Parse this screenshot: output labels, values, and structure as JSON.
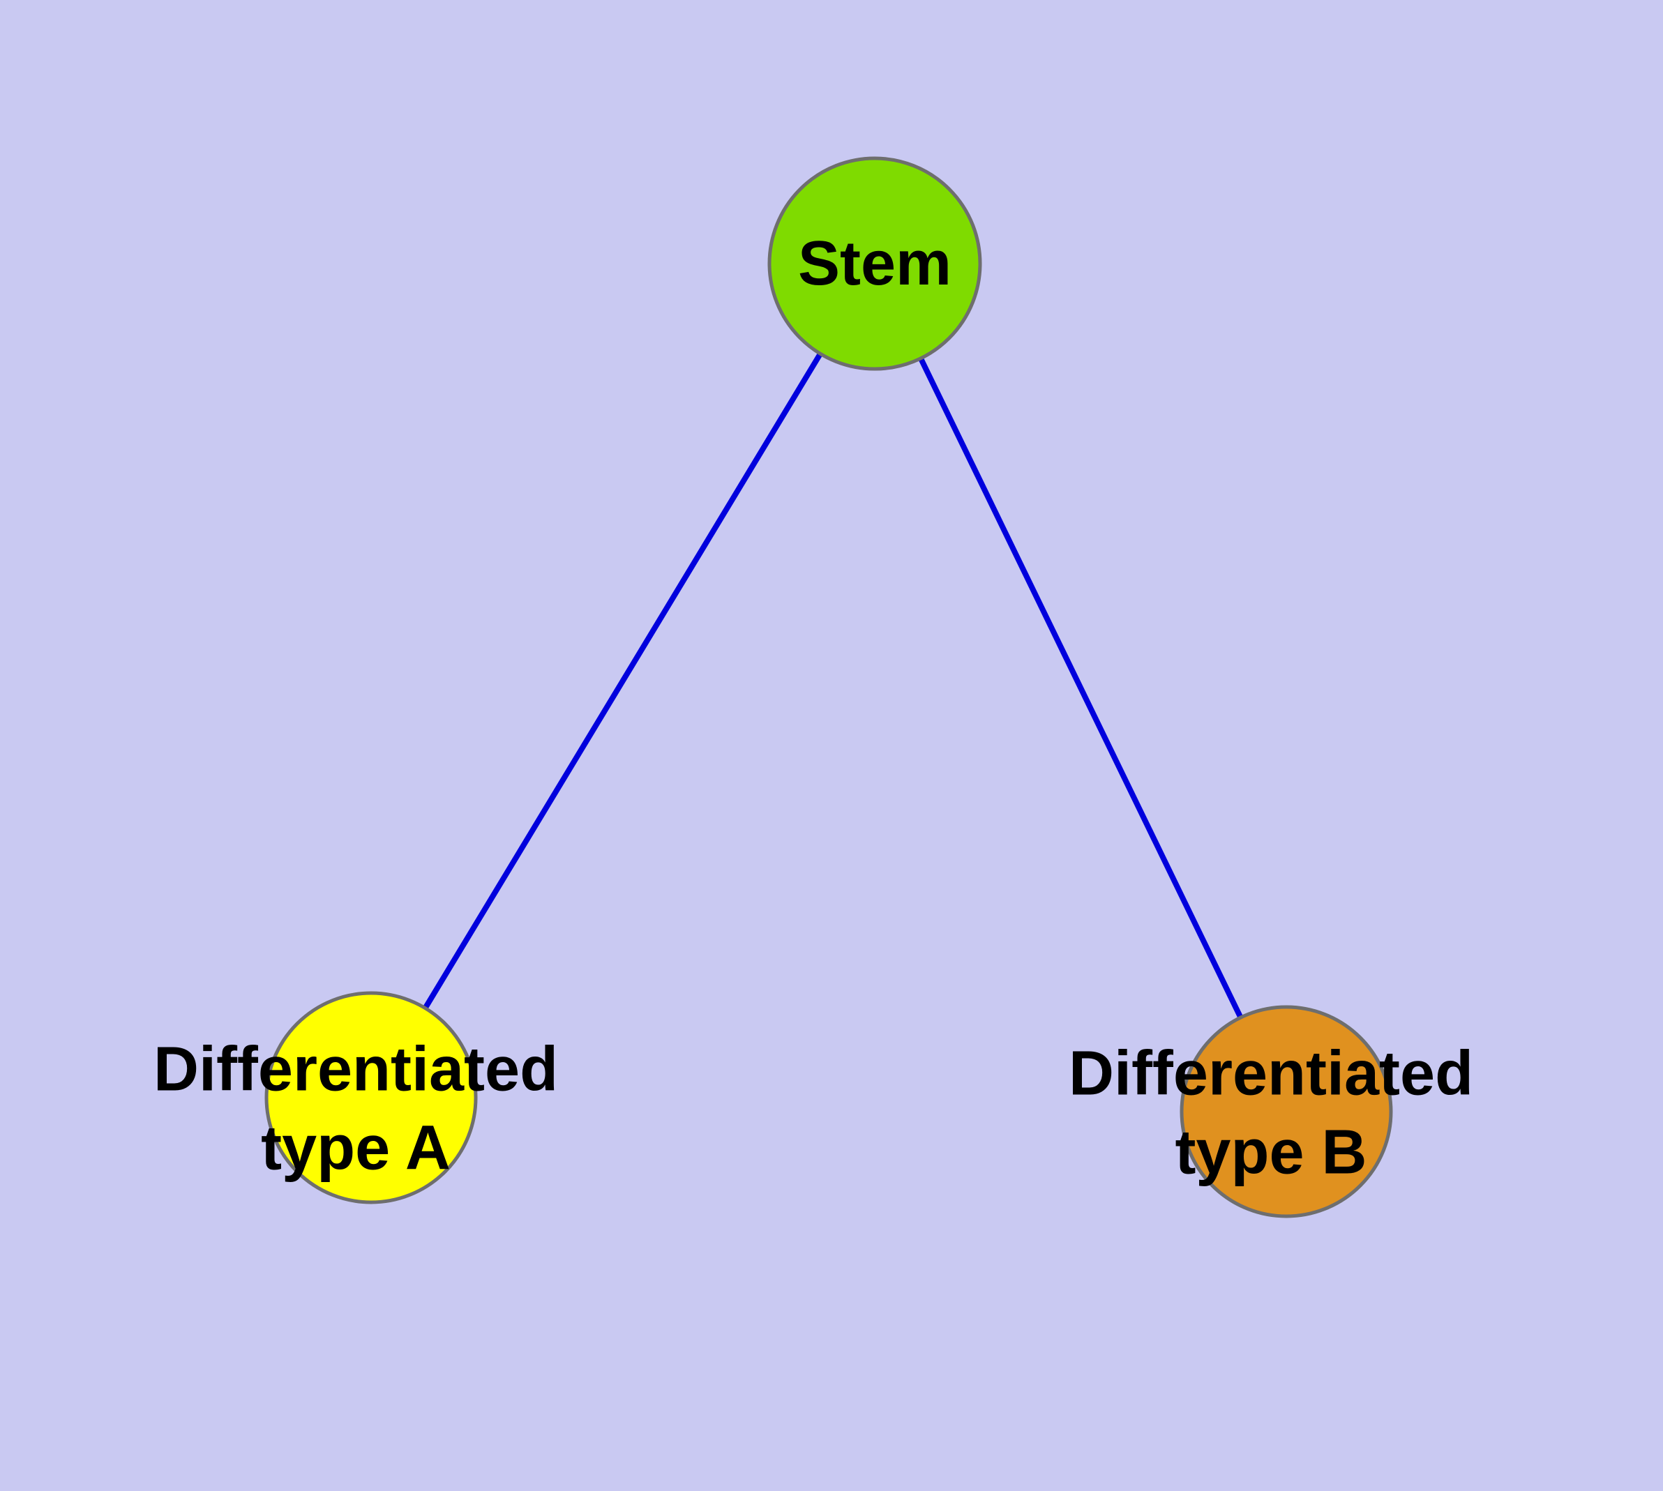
{
  "diagram": {
    "background_color": "#c9c9f2",
    "edge_color": "#0000dd",
    "node_border_color": "#6e6e6e",
    "nodes": {
      "stem": {
        "label": "Stem",
        "color": "#7fdb00"
      },
      "type_a": {
        "label_line1": "Differentiated",
        "label_line2": "type A",
        "color": "#ffff00"
      },
      "type_b": {
        "label_line1": "Differentiated",
        "label_line2": "type B",
        "color": "#e0911f"
      }
    },
    "edges": [
      {
        "from": "Stem",
        "to": "Differentiated type A"
      },
      {
        "from": "Stem",
        "to": "Differentiated type B"
      }
    ]
  }
}
